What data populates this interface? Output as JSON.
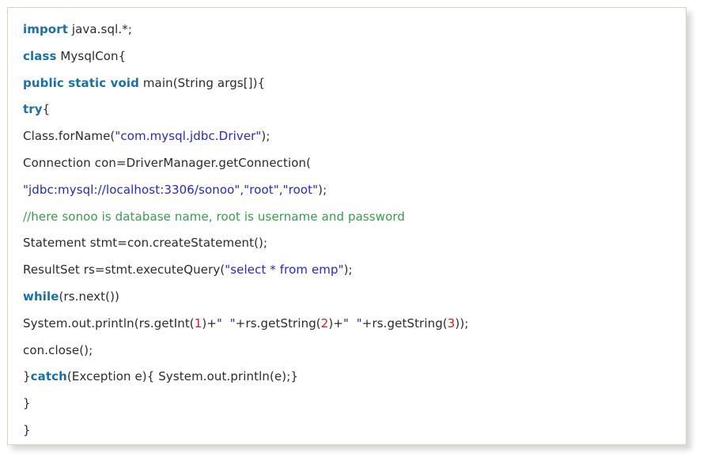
{
  "page": {
    "background": "#ffffff"
  },
  "code_block": {
    "language": "java",
    "colors": {
      "keyword": "#1872a8",
      "string": "#2626d9",
      "comment": "#35a04a",
      "number": "#ce2020",
      "plain": "#2b2b2b",
      "border": "#d6d6c0",
      "background": "#ffffff"
    },
    "lines": [
      {
        "tokens": [
          {
            "t": "kw",
            "v": "import"
          },
          {
            "t": "p",
            "v": " java.sql.*;"
          }
        ]
      },
      {
        "tokens": [
          {
            "t": "kw",
            "v": "class"
          },
          {
            "t": "p",
            "v": " MysqlCon{"
          }
        ]
      },
      {
        "tokens": [
          {
            "t": "kw",
            "v": "public static void"
          },
          {
            "t": "p",
            "v": " main(String args[]){"
          }
        ]
      },
      {
        "tokens": [
          {
            "t": "kw",
            "v": "try"
          },
          {
            "t": "p",
            "v": "{"
          }
        ]
      },
      {
        "tokens": [
          {
            "t": "p",
            "v": "Class.forName("
          },
          {
            "t": "str",
            "v": "\"com.mysql.jdbc.Driver\""
          },
          {
            "t": "p",
            "v": ");"
          }
        ]
      },
      {
        "tokens": [
          {
            "t": "p",
            "v": "Connection con=DriverManager.getConnection("
          }
        ]
      },
      {
        "tokens": [
          {
            "t": "str",
            "v": "\"jdbc:mysql://localhost:3306/sonoo\",\"root\",\"root\""
          },
          {
            "t": "p",
            "v": ");"
          }
        ]
      },
      {
        "tokens": [
          {
            "t": "com",
            "v": "//here sonoo is database name, root is username and password"
          }
        ]
      },
      {
        "tokens": [
          {
            "t": "p",
            "v": "Statement stmt=con.createStatement();"
          }
        ]
      },
      {
        "tokens": [
          {
            "t": "p",
            "v": "ResultSet rs=stmt.executeQuery("
          },
          {
            "t": "str",
            "v": "\"select * from emp\""
          },
          {
            "t": "p",
            "v": ");"
          }
        ]
      },
      {
        "tokens": [
          {
            "t": "kw",
            "v": "while"
          },
          {
            "t": "p",
            "v": "(rs.next())"
          }
        ]
      },
      {
        "tokens": [
          {
            "t": "p",
            "v": "System.out.println(rs.getInt("
          },
          {
            "t": "num",
            "v": "1"
          },
          {
            "t": "p",
            "v": ")+"
          },
          {
            "t": "str",
            "v": "\"  \""
          },
          {
            "t": "p",
            "v": "+rs.getString("
          },
          {
            "t": "num",
            "v": "2"
          },
          {
            "t": "p",
            "v": ")+"
          },
          {
            "t": "str",
            "v": "\"  \""
          },
          {
            "t": "p",
            "v": "+rs.getString("
          },
          {
            "t": "num",
            "v": "3"
          },
          {
            "t": "p",
            "v": "));"
          }
        ]
      },
      {
        "tokens": [
          {
            "t": "p",
            "v": "con.close();"
          }
        ]
      },
      {
        "tokens": [
          {
            "t": "p",
            "v": "}"
          },
          {
            "t": "kw",
            "v": "catch"
          },
          {
            "t": "p",
            "v": "(Exception e){ System.out.println(e);}"
          }
        ]
      },
      {
        "tokens": [
          {
            "t": "p",
            "v": "}"
          }
        ]
      },
      {
        "tokens": [
          {
            "t": "p",
            "v": "}"
          }
        ]
      }
    ]
  }
}
